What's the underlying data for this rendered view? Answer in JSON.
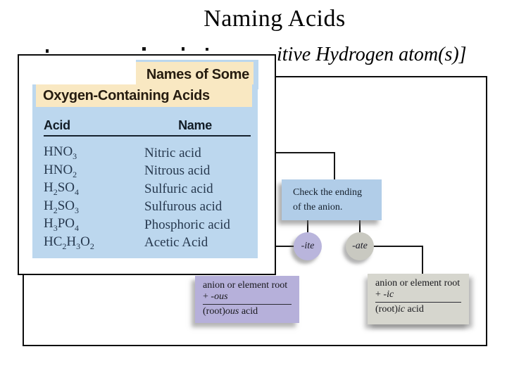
{
  "slide": {
    "title": "Naming Acids",
    "bullet_fragment": "itive Hydrogen atom(s)]"
  },
  "acid_table": {
    "title_line1": "Names of Some",
    "title_line2": "Oxygen-Containing Acids",
    "col_acid": "Acid",
    "col_name": "Name",
    "rows": [
      {
        "formula": "HNO_3",
        "name": "Nitric acid"
      },
      {
        "formula": "HNO_2",
        "name": "Nitrous acid"
      },
      {
        "formula": "H_2SO_4",
        "name": "Sulfuric acid"
      },
      {
        "formula": "H_2SO_3",
        "name": "Sulfurous acid"
      },
      {
        "formula": "H_3PO_4",
        "name": "Phosphoric acid"
      },
      {
        "formula": "HC_2H_3O_2",
        "name": "Acetic Acid"
      }
    ]
  },
  "flowchart": {
    "check_line1": "Check the ending",
    "check_line2": "of the anion.",
    "ite_label": "-ite",
    "ate_label": "-ate",
    "ous_box": {
      "line1": "anion or element root",
      "plus": "+ ",
      "suffix": "-ous",
      "result_prefix": "(root)",
      "result_italic": "ous",
      "result_suffix": " acid"
    },
    "ic_box": {
      "line1": "anion or element root",
      "plus": "+ ",
      "suffix": "-ic",
      "result_prefix": "(root)",
      "result_italic": "ic",
      "result_suffix": " acid"
    }
  },
  "colors": {
    "table_blue": "#bcd7ee",
    "cream_header": "#f9e8c2",
    "check_box_blue": "#b1cde8",
    "ite_lavender": "#b9b5dc",
    "ate_gray": "#c9c9c1",
    "ous_box_purple": "#b6b0da",
    "ic_box_gray": "#d6d6ce",
    "table_text": "#26384e"
  }
}
